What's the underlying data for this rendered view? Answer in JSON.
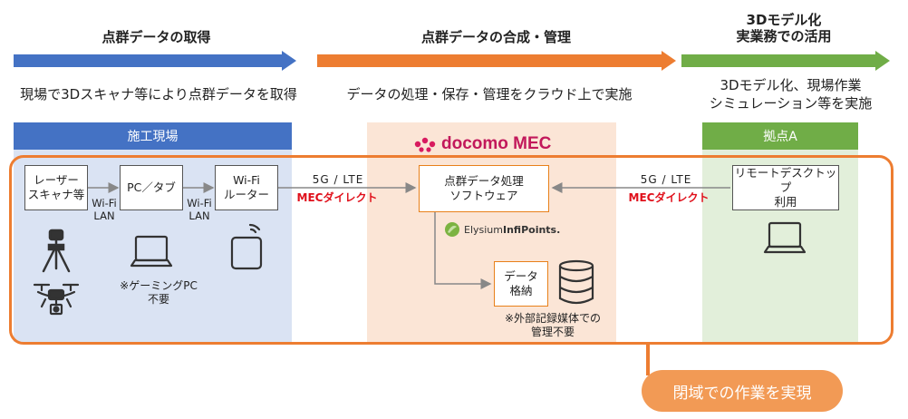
{
  "phases": [
    {
      "title": "点群データの取得",
      "desc": "現場で3Dスキャナ等により点群データを取得"
    },
    {
      "title": "点群データの合成・管理",
      "desc": "データの処理・保存・管理をクラウド上で実施"
    },
    {
      "title_line1": "3Dモデル化",
      "title_line2": "実業務での活用",
      "desc_line1": "3Dモデル化、現場作業",
      "desc_line2": "シミュレーション等を実施"
    }
  ],
  "bands": {
    "site": "施工現場",
    "mec_brand": "docomo MEC",
    "base": "拠点A"
  },
  "nodes": {
    "scanner": {
      "line1": "レーザー",
      "line2": "スキャナ等"
    },
    "pc": "PC／タブ",
    "wifi_router": {
      "line1": "Wi-Fi",
      "line2": "ルーター"
    },
    "software": {
      "line1": "点群データ処理",
      "line2": "ソフトウェア"
    },
    "storage": {
      "line1": "データ",
      "line2": "格納"
    },
    "remote": {
      "line1": "リモートデスクトップ",
      "line2": "利用"
    }
  },
  "links": {
    "wifi_lan_1": {
      "line1": "Wi-Fi",
      "line2": "LAN"
    },
    "wifi_lan_2": {
      "line1": "Wi-Fi",
      "line2": "LAN"
    },
    "lte_left": "5G / LTE",
    "mec_direct_left": "MECダイレクト",
    "lte_right": "5G / LTE",
    "mec_direct_right": "MECダイレクト"
  },
  "notes": {
    "gaming_pc": {
      "line1": "※ゲーミングPC",
      "line2": "不要"
    },
    "external_media": {
      "line1": "※外部記録媒体での",
      "line2": "管理不要"
    }
  },
  "software_logo": {
    "brand": "Elysium ",
    "product": "InfiPoints."
  },
  "closed_network_badge": "閉域での作業を実現",
  "colors": {
    "blue": "#4472c4",
    "orange": "#ed7d31",
    "green": "#70ad47",
    "site_bg": "#dae3f3",
    "mec_bg": "#fbe5d6",
    "base_bg": "#e2efda",
    "red_text": "#e0101b",
    "badge": "#f29a55"
  },
  "icons": [
    "tripod-scanner-icon",
    "drone-icon",
    "laptop-icon",
    "tablet-wifi-icon",
    "database-icon",
    "laptop-icon"
  ]
}
